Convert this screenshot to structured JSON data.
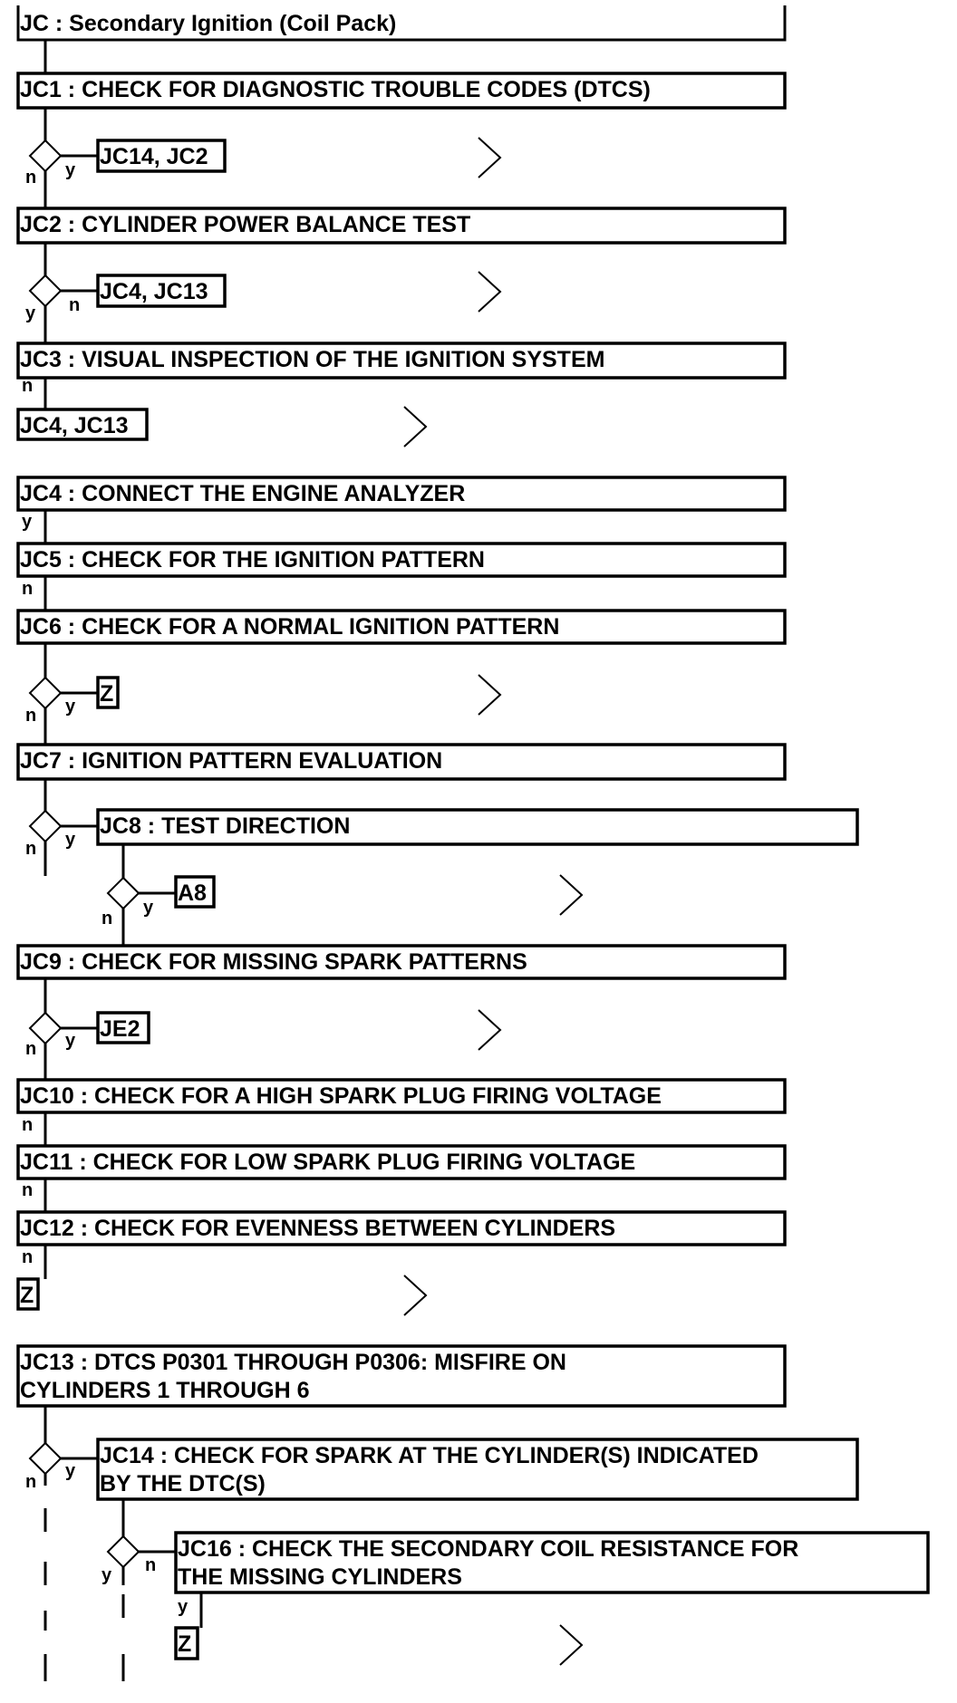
{
  "title": "JC : Secondary Ignition (Coil Pack)",
  "steps": [
    {
      "id": "jc1",
      "lines": [
        "JC1 : CHECK FOR DIAGNOSTIC TROUBLE CODES (DTCS)"
      ]
    },
    {
      "id": "jc2",
      "lines": [
        "JC2 : CYLINDER POWER BALANCE TEST"
      ]
    },
    {
      "id": "jc3",
      "lines": [
        "JC3 : VISUAL INSPECTION OF THE IGNITION SYSTEM"
      ]
    },
    {
      "id": "jc4",
      "lines": [
        "JC4 : CONNECT THE ENGINE ANALYZER"
      ]
    },
    {
      "id": "jc5",
      "lines": [
        "JC5 : CHECK FOR THE IGNITION PATTERN"
      ]
    },
    {
      "id": "jc6",
      "lines": [
        "JC6 : CHECK FOR A NORMAL IGNITION PATTERN"
      ]
    },
    {
      "id": "jc7",
      "lines": [
        "JC7 : IGNITION PATTERN EVALUATION"
      ]
    },
    {
      "id": "jc8",
      "lines": [
        "JC8 : TEST DIRECTION"
      ]
    },
    {
      "id": "jc9",
      "lines": [
        "JC9 : CHECK FOR MISSING SPARK PATTERNS"
      ]
    },
    {
      "id": "jc10",
      "lines": [
        "JC10 : CHECK FOR A HIGH SPARK PLUG FIRING VOLTAGE"
      ]
    },
    {
      "id": "jc11",
      "lines": [
        "JC11 : CHECK FOR LOW SPARK PLUG FIRING VOLTAGE"
      ]
    },
    {
      "id": "jc12",
      "lines": [
        "JC12 : CHECK FOR EVENNESS BETWEEN CYLINDERS"
      ]
    },
    {
      "id": "jc13",
      "lines": [
        "JC13 : DTCS P0301 THROUGH P0306: MISFIRE ON",
        "CYLINDERS 1 THROUGH 6"
      ]
    },
    {
      "id": "jc14",
      "lines": [
        "JC14 : CHECK FOR SPARK AT THE CYLINDER(S) INDICATED",
        "BY THE DTC(S)"
      ]
    },
    {
      "id": "jc16",
      "lines": [
        "JC16 : CHECK THE SECONDARY COIL RESISTANCE FOR",
        "THE MISSING CYLINDERS"
      ]
    }
  ],
  "refs": [
    {
      "id": "ref1",
      "text": "JC14, JC2"
    },
    {
      "id": "ref2",
      "text": "JC4, JC13"
    },
    {
      "id": "ref3",
      "text": "JC4, JC13"
    },
    {
      "id": "ref4",
      "text": "Z"
    },
    {
      "id": "ref5",
      "text": "A8"
    },
    {
      "id": "ref6",
      "text": "JE2"
    },
    {
      "id": "ref7",
      "text": "Z"
    },
    {
      "id": "ref8",
      "text": "Z"
    }
  ],
  "edge_labels": {
    "yes": "y",
    "no": "n"
  },
  "icons": {
    "decision": "diamond-icon",
    "continue": "chevron-right-icon"
  },
  "colors": {
    "line": "#000000",
    "background": "#ffffff"
  }
}
